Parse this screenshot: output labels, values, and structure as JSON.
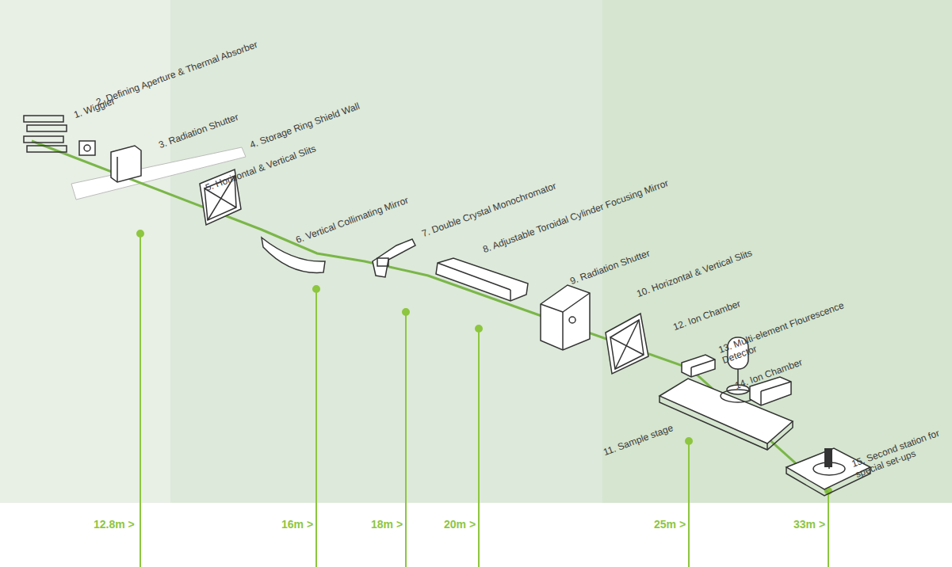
{
  "diagram": {
    "labels": [
      "1. Wiggler",
      "2. Defining Aperture & Thermal Absorber",
      "3. Radiation Shutter",
      "4. Storage Ring Shield Wall",
      "5. Horizontal & Vertical Slits",
      "6. Vertical Collimating Mirror",
      "7. Double Crystal Monochromator",
      "8. Adjustable Toroidal Cylinder Focusing Mirror",
      "9. Radiation Shutter",
      "10. Horizontal & Vertical Slits",
      "11. Sample stage",
      "12. Ion Chamber",
      "13. Multi-element Flourescence Detector",
      "14. Ion Chamber",
      "15. Second station for special set-ups",
      "12.8m >",
      "16m >",
      "18m >",
      "20m >",
      "25m >",
      "33m >"
    ]
  }
}
